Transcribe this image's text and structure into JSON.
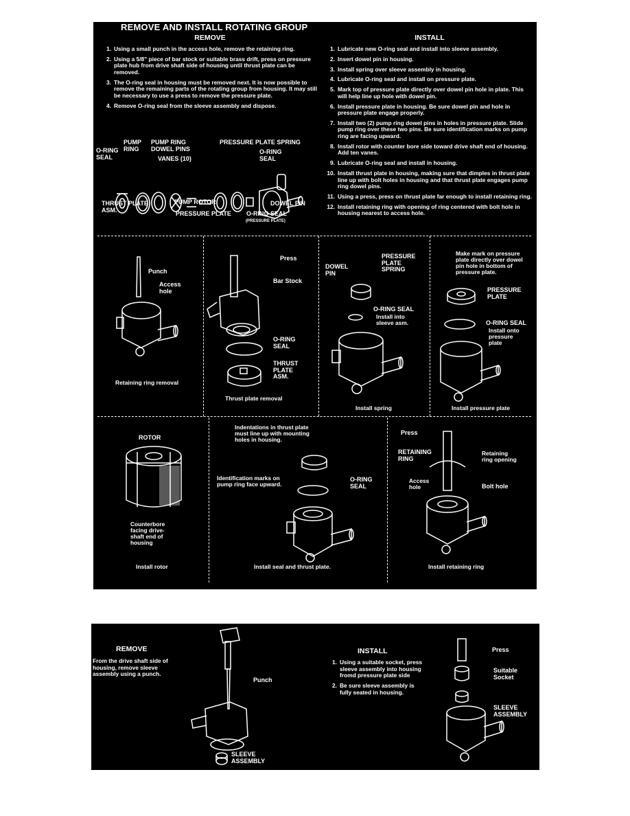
{
  "top_panel": {
    "title": "REMOVE AND INSTALL ROTATING GROUP",
    "remove": {
      "heading": "REMOVE",
      "steps": [
        {
          "num": "1.",
          "text": "Using a small punch in the access hole, remove the retaining ring."
        },
        {
          "num": "2.",
          "text": "Using a 5/8\" piece of bar stock or suitable brass drift, press on pressure plate hub from drive shaft side of housing until thrust plate can be removed."
        },
        {
          "num": "3.",
          "text": "The O-ring seal in housing must be removed next. It is now possible to remove the remaining parts of the rotating group from housing. It may still be necessary to use a press to remove the pressure plate."
        },
        {
          "num": "4.",
          "text": "Remove O-ring seal from the sleeve assembly and dispose."
        }
      ]
    },
    "install": {
      "heading": "INSTALL",
      "steps": [
        {
          "num": "1.",
          "text": "Lubricate new O-ring seal and install into sleeve assembly."
        },
        {
          "num": "2.",
          "text": "Insert dowel pin in housing."
        },
        {
          "num": "3.",
          "text": "Install spring over sleeve assembly in housing."
        },
        {
          "num": "4.",
          "text": "Lubricate O-ring seal and install on pressure plate."
        },
        {
          "num": "5.",
          "text": "Mark top of pressure plate directly over dowel pin hole in plate. This will help line up hole with dowel pin."
        },
        {
          "num": "6.",
          "text": "Install pressure plate in housing. Be sure dowel pin and hole in pressure plate engage properly."
        },
        {
          "num": "7.",
          "text": "Install two (2) pump ring dowel pins in holes in pressure plate. Slide pump ring over these two pins. Be sure identification marks on pump ring are facing upward."
        },
        {
          "num": "8.",
          "text": "Install rotor with counter bore side toward drive shaft end of housing. Add ten vanes."
        },
        {
          "num": "9.",
          "text": "Lubricate O-ring seal and install in housing."
        },
        {
          "num": "10.",
          "text": "Install thrust plate in housing, making sure that dimples in thrust plate line up with bolt holes in housing and that thrust plate engages pump ring dowel pins."
        },
        {
          "num": "11.",
          "text": "Using a press, press on thrust plate far enough to install retaining ring."
        },
        {
          "num": "12.",
          "text": "Install retaining ring with opening of ring centered with bolt hole in housing nearest to access hole."
        }
      ]
    },
    "exploded_labels": {
      "o_ring_seal_left": "O-RING\nSEAL",
      "pump_ring": "PUMP\nRING",
      "pump_ring_dowel_pins": "PUMP RING\nDOWEL PINS",
      "vanes": "VANES (10)",
      "pressure_plate_spring": "PRESSURE PLATE SPRING",
      "o_ring_seal_right": "O-RING\nSEAL",
      "thrust_plate_asm": "THRUST PLATE\nASM.",
      "pump_rotor": "PUMP ROTOR",
      "dowel_pin": "DOWEL PIN",
      "pressure_plate": "PRESSURE PLATE",
      "o_ring_seal_bottom": "O-RING SEAL",
      "pressure_plate_note": "(PRESSURE PLATE)"
    },
    "figures": [
      {
        "caption": "Retaining ring removal",
        "labels": {
          "punch": "Punch",
          "access_hole": "Access\nhole"
        }
      },
      {
        "caption": "Thrust plate removal",
        "labels": {
          "press": "Press",
          "bar_stock": "Bar Stock",
          "o_ring_seal": "O-RING\nSEAL",
          "thrust_plate": "THRUST\nPLATE\nASM."
        }
      },
      {
        "caption": "Install spring",
        "labels": {
          "dowel_pin": "DOWEL\nPIN",
          "spring": "PRESSURE\nPLATE\nSPRING",
          "o_ring": "O-RING SEAL",
          "o_ring_note": "Install into\nsleeve asm."
        }
      },
      {
        "caption": "Install pressure plate",
        "labels": {
          "note": "Make mark on pressure\nplate directly over dowel\npin hole in bottom of\npressure plate.",
          "plate": "PRESSURE\nPLATE",
          "o_ring": "O-RING SEAL",
          "o_ring_note": "Install onto\npressure\nplate"
        }
      },
      {
        "caption": "Install rotor",
        "labels": {
          "rotor": "ROTOR",
          "counterbore": "Counterbore\nfacing drive-\nshaft end of\nhousing"
        }
      },
      {
        "caption": "Install seal and thrust plate.",
        "labels": {
          "indentations": "Indentations in thrust plate\nmust line up with mounting\nholes in housing.",
          "id_marks": "Identification marks on\npump ring face upward.",
          "o_ring": "O-RING\nSEAL"
        }
      },
      {
        "caption": "Install retaining ring",
        "labels": {
          "press": "Press",
          "retaining_ring": "RETAINING\nRING",
          "ring_opening": "Retaining\nring opening",
          "access_hole": "Access\nhole",
          "bolt_hole": "Bolt hole"
        }
      }
    ]
  },
  "bottom_panel": {
    "remove": {
      "heading": "REMOVE",
      "step_num": "1.",
      "step_text": "From the drive shaft side of housing, remove sleeve assembly using a punch."
    },
    "install": {
      "heading": "INSTALL",
      "steps": [
        {
          "num": "1.",
          "text": "Using a suitable socket, press sleeve assembly into housing fromd pressure plate side"
        },
        {
          "num": "2.",
          "text": "Be sure sleeve assembly is fully seated in housing."
        }
      ]
    },
    "labels": {
      "punch": "Punch",
      "sleeve_assembly_left": "SLEEVE\nASSEMBLY",
      "press": "Press",
      "socket": "Suitable\nSocket",
      "sleeve_assembly_right": "SLEEVE\nASSEMBLY"
    }
  }
}
